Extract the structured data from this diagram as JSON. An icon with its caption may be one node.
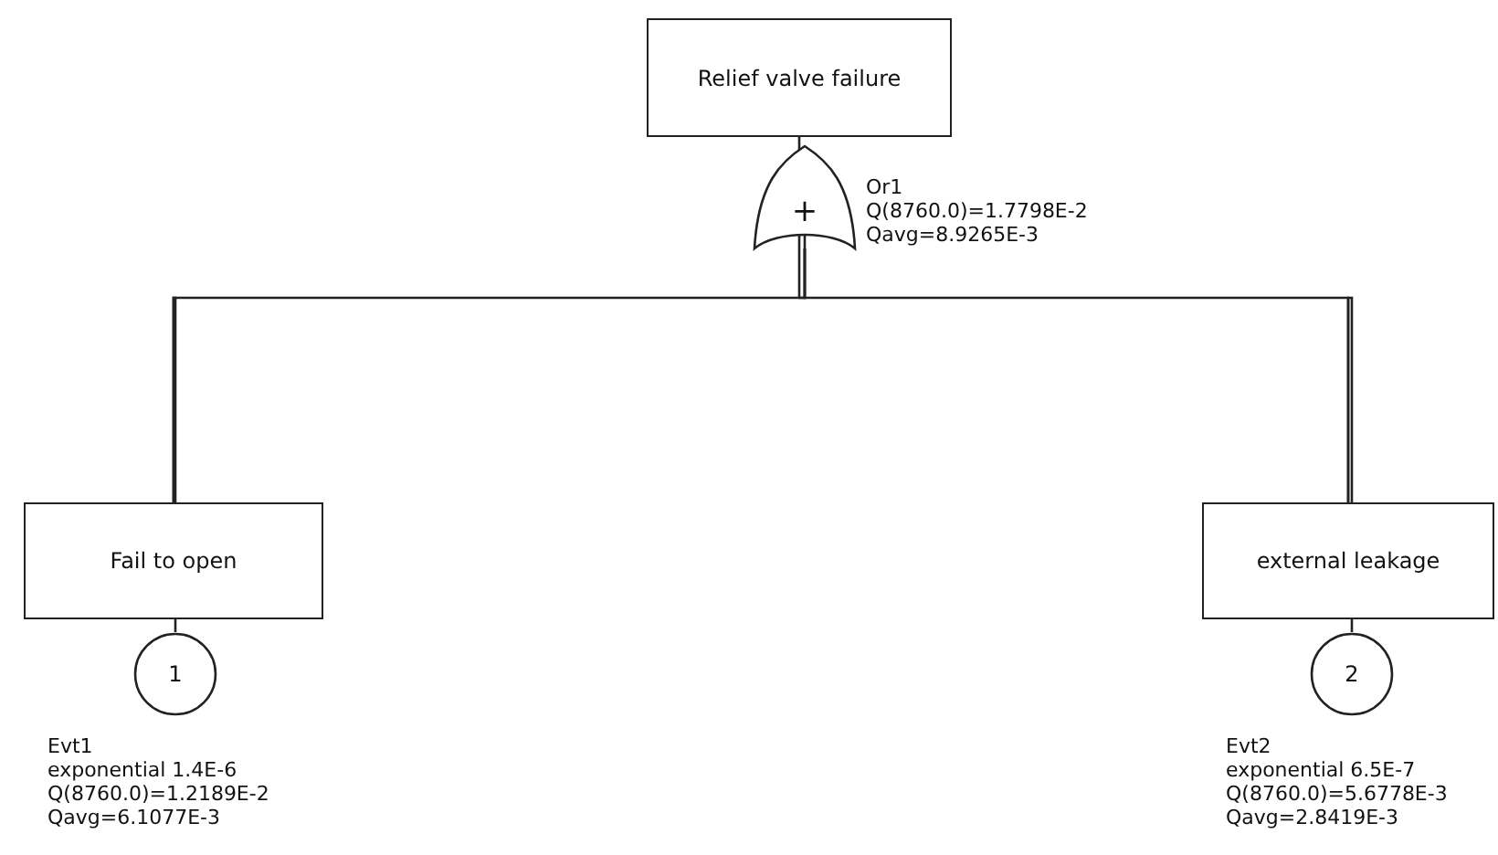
{
  "diagram": {
    "nodes": [
      {
        "text": [
          "Relief valve failure"
        ]
      },
      {
        "text": [
          "+"
        ],
        "beside": [
          "Or1",
          "Q(8760.0)=1.7798E-2",
          "Qavg=8.9265E-3"
        ]
      },
      {
        "text": [
          "Fail to open"
        ]
      },
      {
        "text": [
          "1"
        ],
        "beside": [
          "Evt1",
          "exponential 1.4E-6",
          "Q(8760.0)=1.2189E-2",
          "Qavg=6.1077E-3"
        ]
      },
      {
        "text": [
          "external leakage"
        ]
      },
      {
        "text": [
          "2"
        ],
        "beside": [
          "Evt2",
          "exponential 6.5E-7",
          "Q(8760.0)=5.6778E-3",
          "Qavg=2.8419E-3"
        ]
      }
    ],
    "edges": [
      {
        "from": 0,
        "to": 1,
        "arrow": "none"
      },
      {
        "from": 1,
        "to": 2,
        "arrow": "none"
      },
      {
        "from": 1,
        "to": 4,
        "arrow": "none"
      },
      {
        "from": 2,
        "to": 3,
        "arrow": "none"
      },
      {
        "from": 4,
        "to": 5,
        "arrow": "none"
      }
    ]
  }
}
